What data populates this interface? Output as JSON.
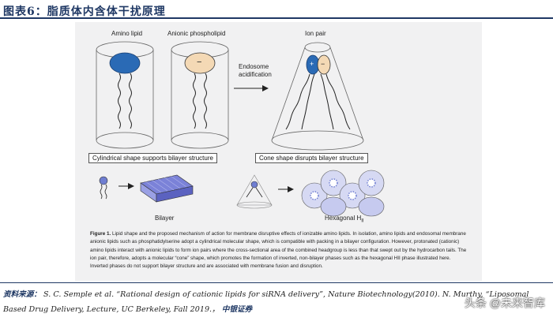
{
  "header": {
    "title": "图表6：脂质体内含体干扰原理"
  },
  "figure": {
    "labels": {
      "amino_lipid": "Amino lipid",
      "anionic_phospholipid": "Anionic phospholipid",
      "ion_pair": "Ion pair",
      "endosome_line1": "Endosome",
      "endosome_line2": "acidification",
      "cylindrical_box": "Cylindrical shape supports bilayer structure",
      "cone_box": "Cone shape disrupts bilayer structure",
      "bilayer": "Bilayer",
      "hexagonal": "Hexagonal H",
      "hexagonal_sub": "II",
      "minus": "−",
      "plus": "+"
    },
    "caption_lead": "Figure 1.",
    "caption_body": " Lipid shape and the proposed mechanism of action for membrane disruptive effects of ionizable amino lipids. In isolation, amino lipids and endosomal membrane anionic lipids such as phosphatidylserine adopt a cylindrical molecular shape, which is compatible with packing in a bilayer configuration. However, protonated (cationic) amino lipids interact with anionic lipids to form ion pairs where the cross-sectional area of the combined headgroup is less than that swept out by the hydrocarbon tails. The ion pair, therefore, adopts a molecular “cone” shape, which promotes the formation of inverted, non-bilayer phases such as the hexagonal HII phase illustrated here. Inverted phases do not support bilayer structure and are associated with membrane fusion and disruption."
  },
  "source": {
    "lead": "资料来源：",
    "text": " S. C. Semple et al. “Rational design of cationic lipids for siRNA delivery”, Nature Biotechnology(2010). N. Murthy, “Liposomal Based Drug Delivery, Lecture, UC Berkeley, Fall 2019.，",
    "org": "中银证券"
  },
  "watermark": "头条 @未来智库",
  "colors": {
    "title": "#1f3864",
    "amino_head": "#2a6ab5",
    "anionic_head": "#f4d9b5"
  }
}
